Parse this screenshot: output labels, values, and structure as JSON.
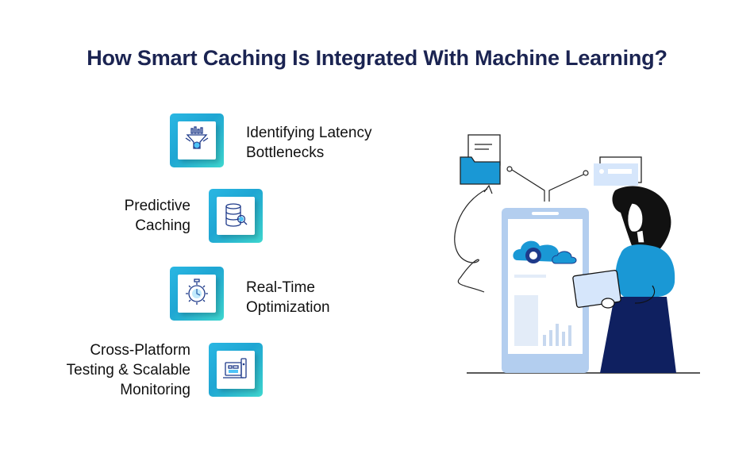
{
  "title": "How Smart Caching Is Integrated With Machine Learning?",
  "steps": [
    {
      "line1": "Identifying Latency",
      "line2": "Bottlenecks",
      "icon": "funnel-analytics-icon"
    },
    {
      "line1": "Predictive",
      "line2": "Caching",
      "icon": "database-search-icon"
    },
    {
      "line1": "Real-Time",
      "line2": "Optimization",
      "icon": "gear-clock-icon"
    },
    {
      "line1": "Cross-Platform",
      "line2": "Testing & Scalable",
      "line3": "Monitoring",
      "icon": "device-monitoring-icon"
    }
  ],
  "colors": {
    "title": "#1b2452",
    "tile_gradient_start": "#2ab7e3",
    "tile_gradient_end": "#3ed7cf",
    "accent_blue": "#1a98d5",
    "navy": "#0f2060"
  }
}
